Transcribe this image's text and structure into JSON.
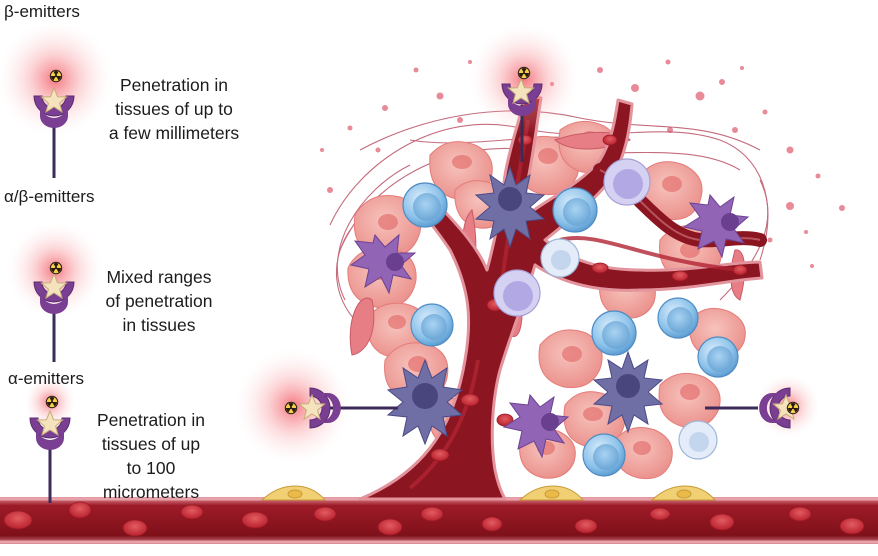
{
  "legend": {
    "beta": {
      "title": "β-emitters",
      "lines": [
        "Penetration in",
        "tissues of up to",
        "a few millimeters"
      ]
    },
    "alpha_beta": {
      "title": "α/β-emitters",
      "lines": [
        "Mixed ranges",
        "of penetration",
        "in tissues"
      ]
    },
    "alpha": {
      "title": "α-emitters",
      "lines": [
        "Penetration in",
        "tissues of up",
        "to 100",
        "micrometers"
      ]
    }
  },
  "colors": {
    "vessel": "#8b1520",
    "vessel_light": "#c9485a",
    "conjugate": "#7a3f92",
    "payload_star": "#f1deb4",
    "glow": "#f05a63",
    "tumor_cell": "#ee9d98",
    "lymphocyte": "#8fc4ec",
    "dendritic_cell": "#8f6cb1"
  },
  "icons": [
    "radiation-icon",
    "star-payload-icon",
    "antibody-conjugate-icon",
    "blood-cell-icon"
  ]
}
